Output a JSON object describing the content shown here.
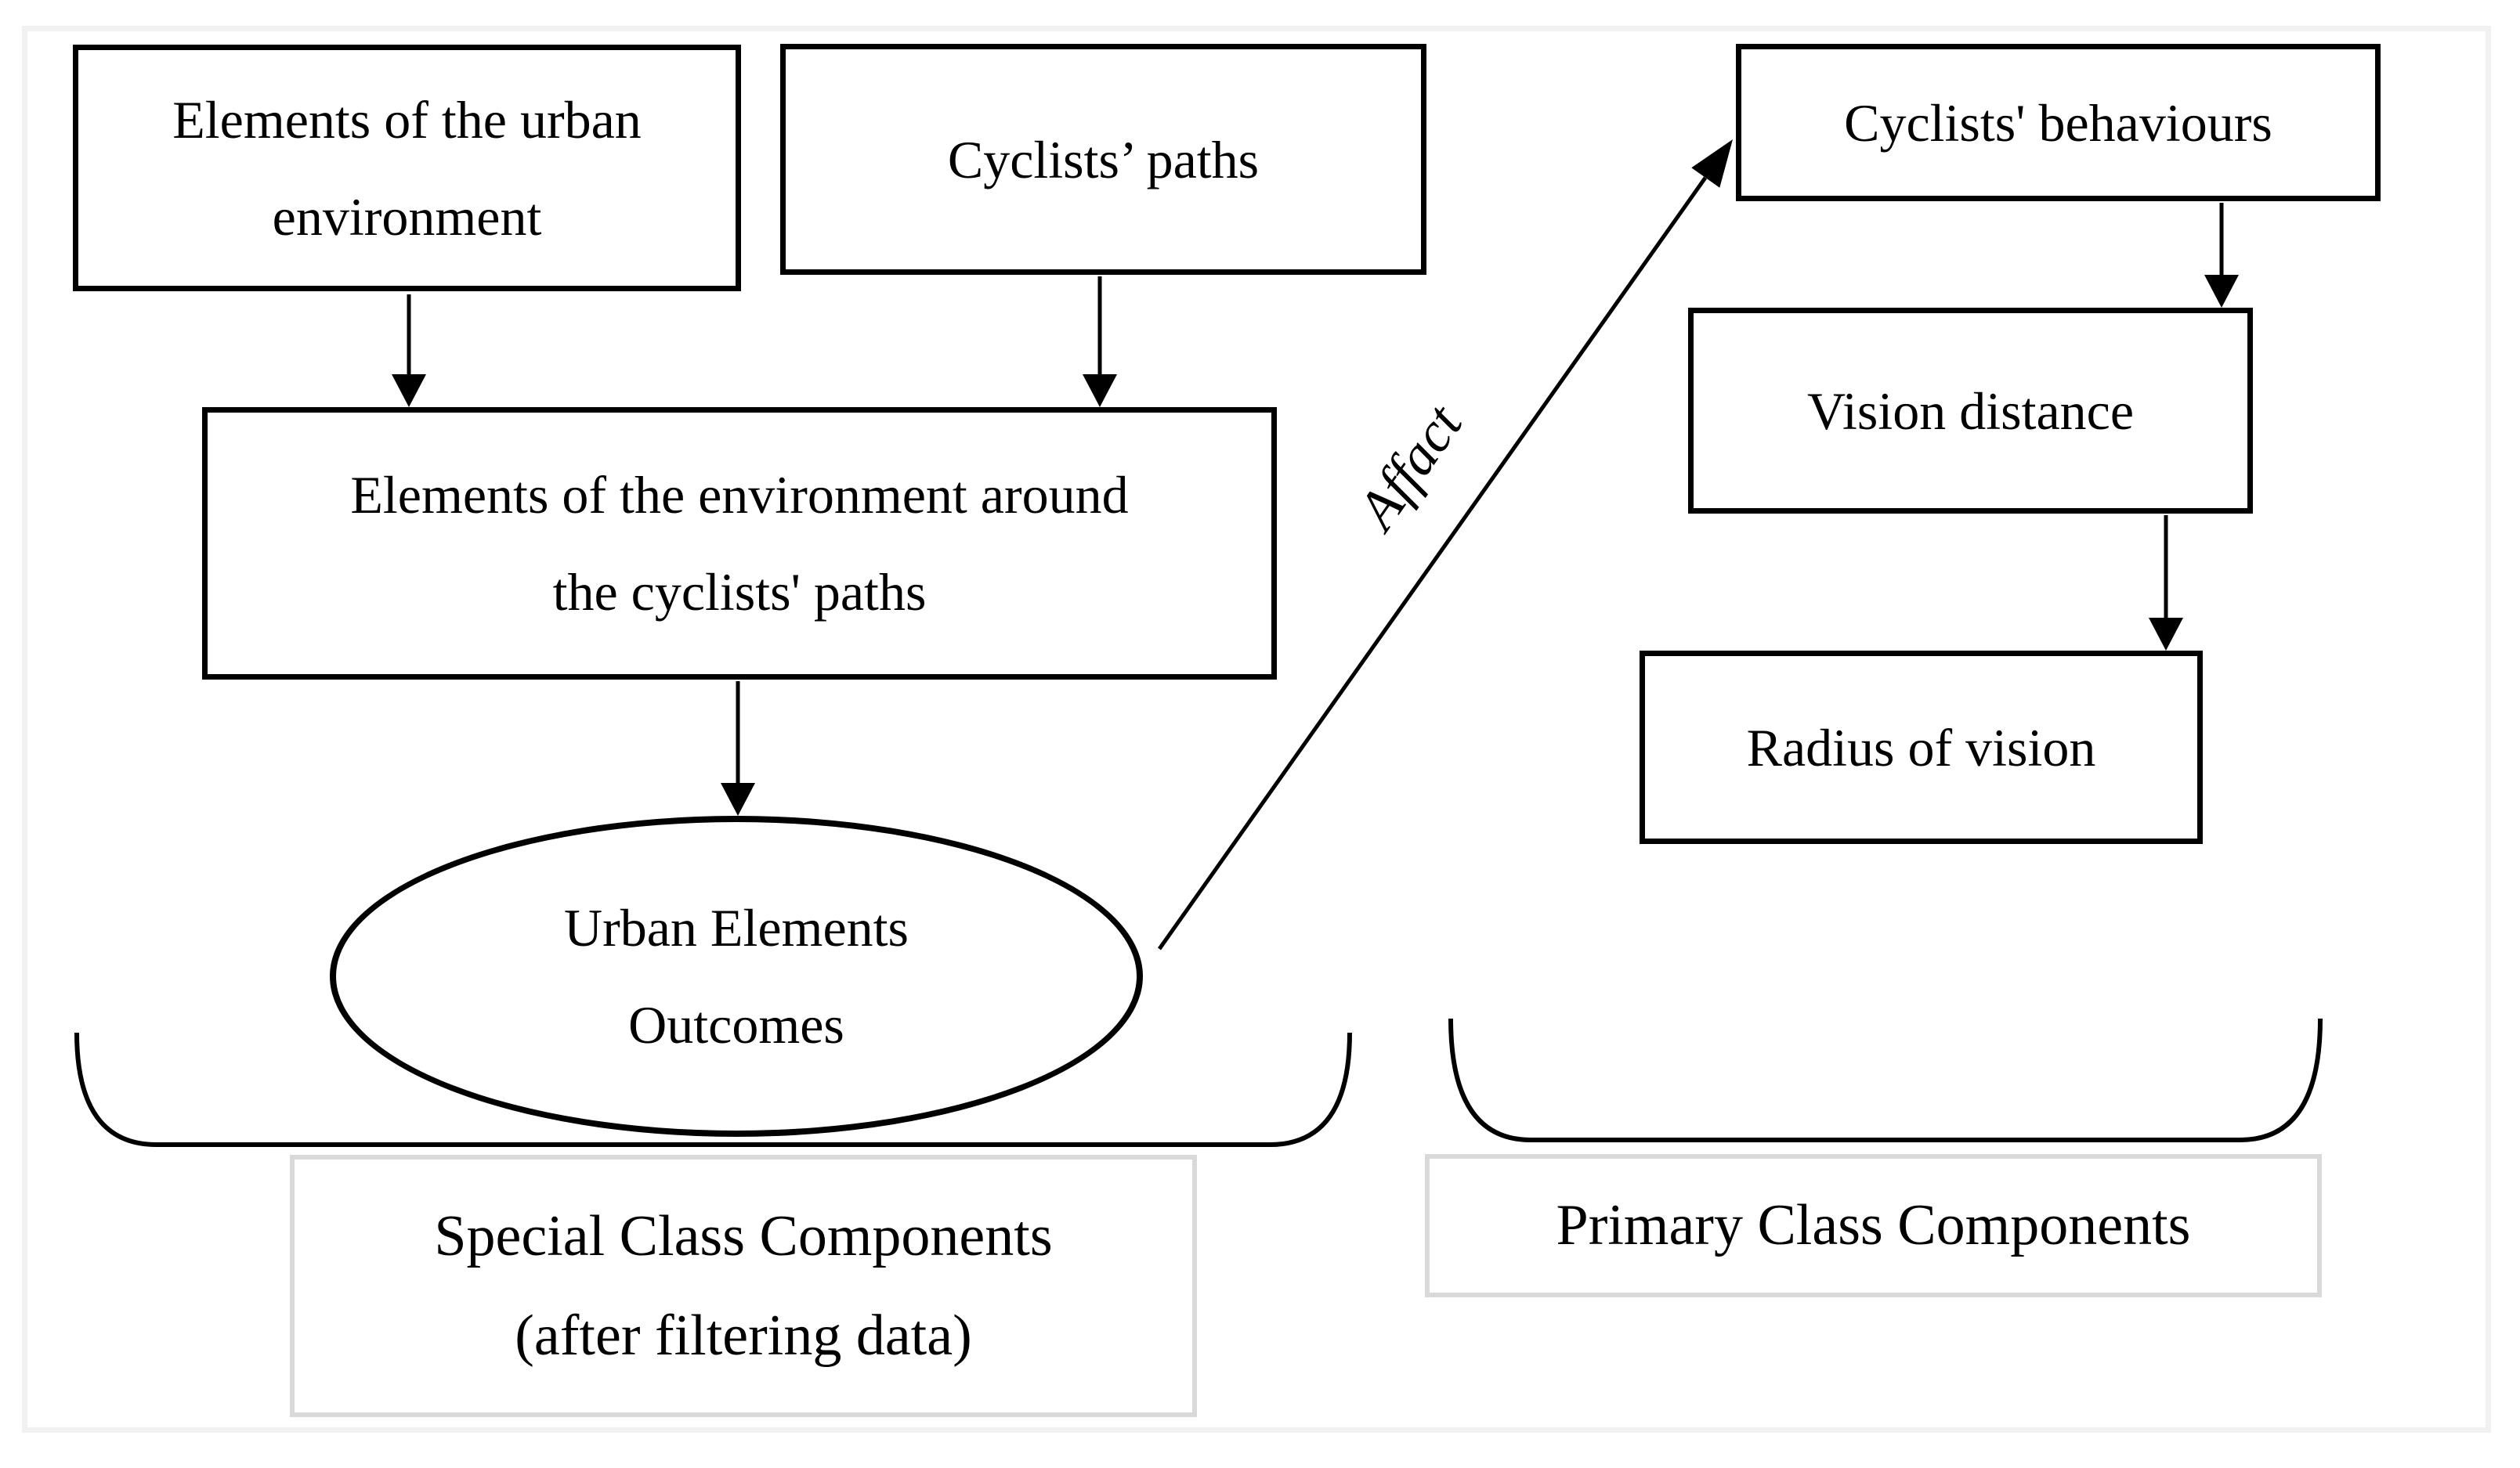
{
  "colors": {
    "stroke": "#000000",
    "box_border": "#000000",
    "label_border": "#d9d9d9",
    "frame_border": "#f1f1f1",
    "background": "#ffffff"
  },
  "nodes": {
    "urban_env": {
      "line1": "Elements of the urban",
      "line2": "environment"
    },
    "cyclists_paths": {
      "label": "Cyclists’ paths"
    },
    "cyclists_behaviours": {
      "label": "Cyclists' behaviours"
    },
    "env_around_paths": {
      "line1": "Elements of the environment around",
      "line2": "the cyclists' paths"
    },
    "vision_distance": {
      "label": "Vision distance"
    },
    "radius_of_vision": {
      "label": "Radius of vision"
    },
    "urban_elements_outcomes": {
      "line1": "Urban Elements",
      "line2": "Outcomes"
    }
  },
  "edges": {
    "affact_label": "Affact"
  },
  "groups": {
    "special_class": {
      "line1": "Special Class Components",
      "line2": "(after filtering data)"
    },
    "primary_class": {
      "label": "Primary Class Components"
    }
  }
}
